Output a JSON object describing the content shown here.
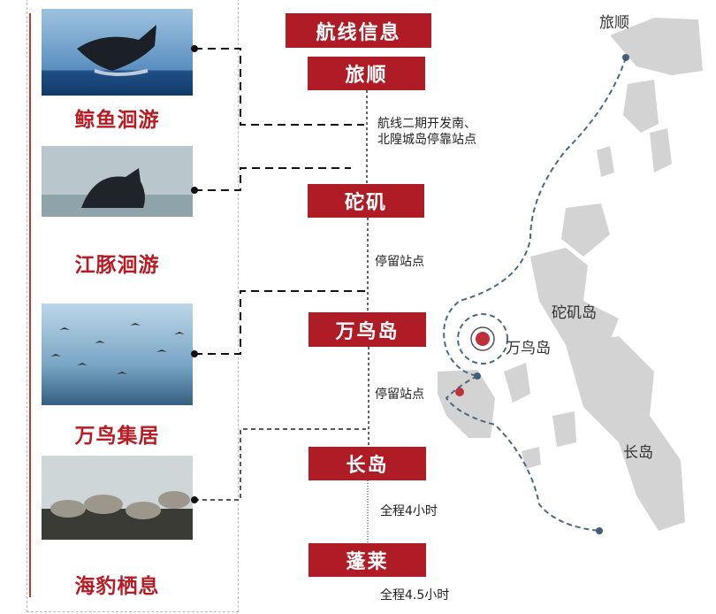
{
  "header": {
    "title": "航线信息"
  },
  "attractions": [
    {
      "caption": "鲸鱼洄游",
      "icon": "whale-photo"
    },
    {
      "caption": "江豚洄游",
      "icon": "porpoise-photo"
    },
    {
      "caption": "万鸟集居",
      "icon": "birds-photo"
    },
    {
      "caption": "海豹栖息",
      "icon": "seals-photo"
    }
  ],
  "stops": [
    "旅顺",
    "砣矶",
    "万鸟岛",
    "长岛",
    "蓬莱"
  ],
  "notes": {
    "lushun_line1": "航线二期开发南、",
    "lushun_line2": "北隍城岛停靠站点",
    "tuoji": "停留站点",
    "wanniao": "停留站点",
    "changdao": "全程4小时",
    "penglai": "全程4.5小时"
  },
  "map": {
    "labels": {
      "lushun": "旅顺",
      "tuoji": "砣矶岛",
      "wanniao": "万鸟岛",
      "changdao": "长岛"
    }
  },
  "colors": {
    "accent": "#b01c25",
    "route": "#4a6a80",
    "land": "#d3d3d3"
  }
}
